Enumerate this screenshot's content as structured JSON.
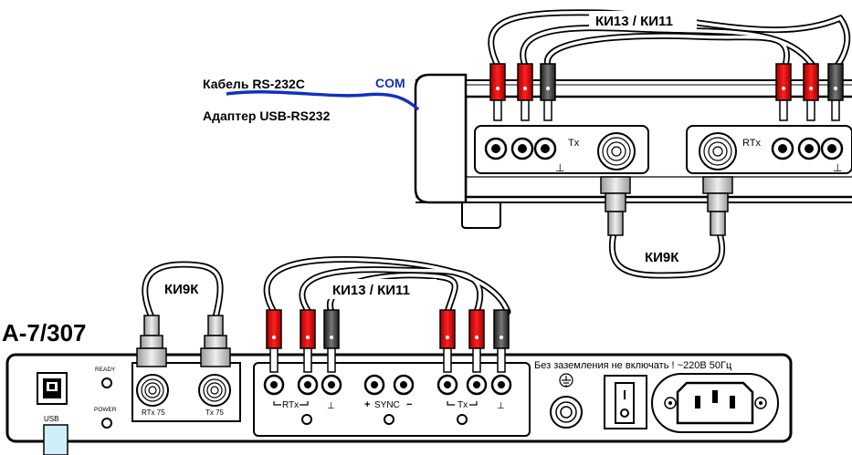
{
  "labels": {
    "cable_top": "КИ13 / КИ11",
    "cable_bottom": "КИ13 / КИ11",
    "bnc_top": "КИ9К",
    "bnc_bottom": "КИ9К",
    "rs232_cable": "Кабель RS-232C",
    "usb_adapter": "Адаптер USB-RS232",
    "com": "COM",
    "device_model": "А-7/307",
    "warning": "Без заземления не включать ! ~220В 50Гц",
    "port_usb": "USB",
    "led_ready": "READY",
    "led_power": "POWER",
    "bnc_rtx": "RTx 75",
    "bnc_tx": "Tx 75",
    "group_rtx": "RTx",
    "group_sync": "SYNC",
    "group_tx": "Tx",
    "sync_plus": "+",
    "sync_minus": "−",
    "ground_symbol": "⊥",
    "top_tx": "Tx",
    "top_rtx": "RTx"
  },
  "colors": {
    "plug_red": "#d40000",
    "plug_dark": "#3a3a3a",
    "com_wire": "#1030c0",
    "com_text": "#1030c0"
  }
}
